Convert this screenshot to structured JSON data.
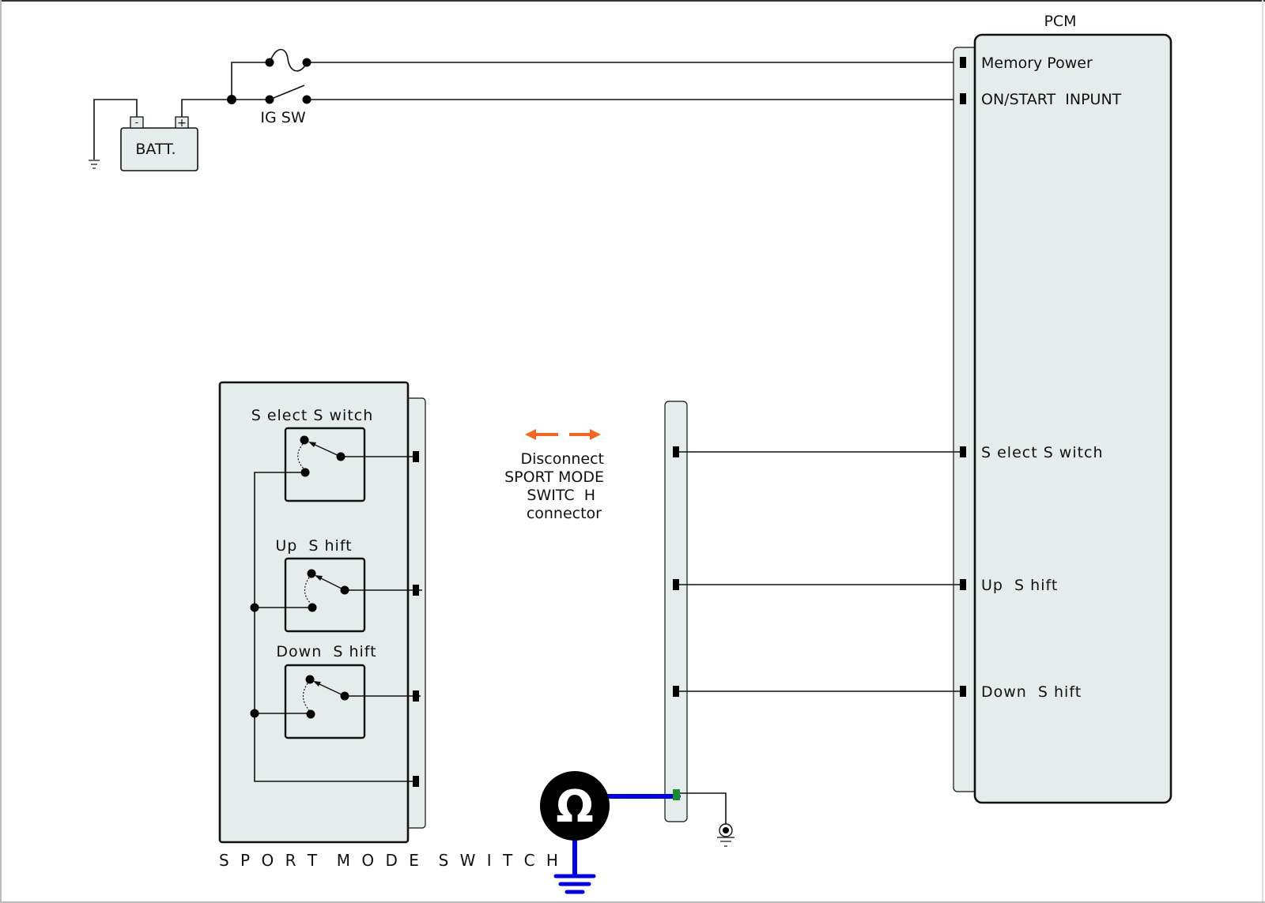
{
  "diagram": {
    "type": "wiring-diagram",
    "battery": {
      "label": "BATT.",
      "neg_terminal": "-",
      "pos_terminal": "+"
    },
    "ignition_switch": {
      "label": "IG SW"
    },
    "pcm": {
      "label": "PCM",
      "pins": [
        {
          "label": "Memory Power"
        },
        {
          "label": "ON/START  INPUNT"
        },
        {
          "label": "S elect S witch"
        },
        {
          "label": "Up  S hift"
        },
        {
          "label": "Down  S hift"
        }
      ]
    },
    "sport_mode_switch": {
      "label": "S P O R T  M O D E  S W I T C H",
      "sub_switches": [
        {
          "label": "S elect S witch"
        },
        {
          "label": "Up  S hift"
        },
        {
          "label": "Down  S hift"
        }
      ]
    },
    "instruction": {
      "lines": [
        "Disconnect",
        "SPORT MODE",
        "SWITC  H",
        "connector"
      ],
      "arrow_color": "#f26522"
    },
    "ohmmeter": {
      "symbol": "Ω",
      "lead_color": "#0000e0",
      "probe_color": "#1a8a2a"
    }
  }
}
